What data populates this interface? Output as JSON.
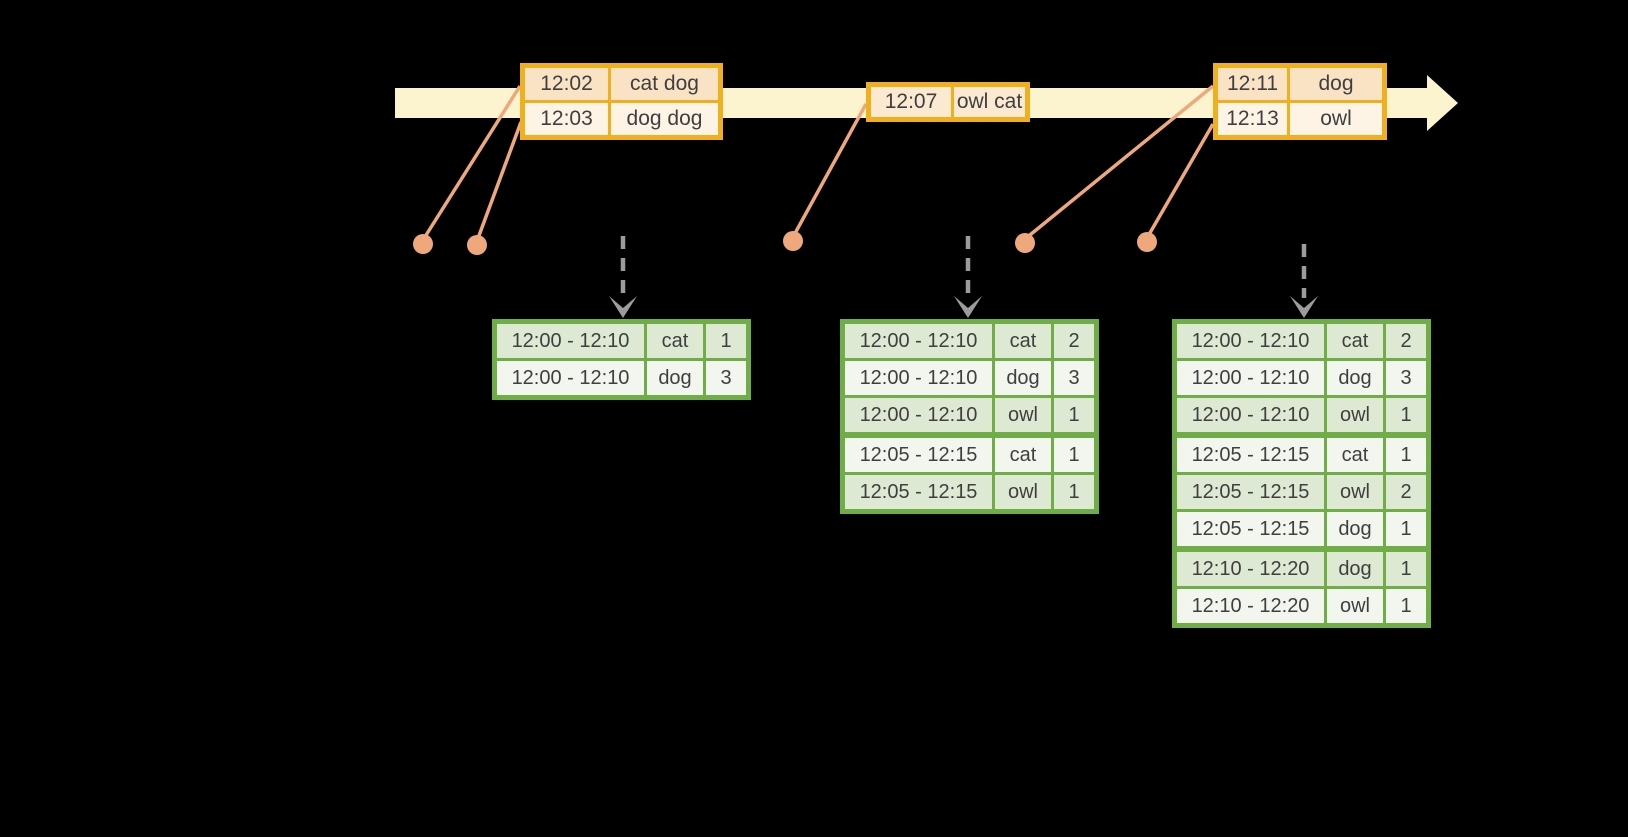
{
  "colors": {
    "background": "#000000",
    "timeline_band": "#FCF3CF",
    "event_table_border": "#F0B01E",
    "event_row_peach": "#FAE3C5",
    "event_row_cream": "#FDF4E6",
    "connector_salmon": "#EFA87C",
    "result_table_border": "#6FAD47",
    "result_row_dark": "#DDE9D2",
    "result_row_light": "#F2F6EE",
    "flow_arrow_gray": "#9C9C9C",
    "text": "#3F3F3F"
  },
  "event_tables": [
    {
      "rows": [
        {
          "time": "12:02",
          "words": "cat dog"
        },
        {
          "time": "12:03",
          "words": "dog dog"
        }
      ]
    },
    {
      "rows": [
        {
          "time": "12:07",
          "words": "owl cat"
        }
      ]
    },
    {
      "rows": [
        {
          "time": "12:11",
          "words": "dog"
        },
        {
          "time": "12:13",
          "words": "owl"
        }
      ]
    }
  ],
  "result_tables": [
    {
      "groups": [
        {
          "rows": [
            {
              "window": "12:00 - 12:10",
              "word": "cat",
              "count": "1"
            },
            {
              "window": "12:00 - 12:10",
              "word": "dog",
              "count": "3"
            }
          ]
        }
      ]
    },
    {
      "groups": [
        {
          "rows": [
            {
              "window": "12:00 - 12:10",
              "word": "cat",
              "count": "2"
            },
            {
              "window": "12:00 - 12:10",
              "word": "dog",
              "count": "3"
            },
            {
              "window": "12:00 - 12:10",
              "word": "owl",
              "count": "1"
            }
          ]
        },
        {
          "rows": [
            {
              "window": "12:05 - 12:15",
              "word": "cat",
              "count": "1"
            },
            {
              "window": "12:05 - 12:15",
              "word": "owl",
              "count": "1"
            }
          ]
        }
      ]
    },
    {
      "groups": [
        {
          "rows": [
            {
              "window": "12:00 - 12:10",
              "word": "cat",
              "count": "2"
            },
            {
              "window": "12:00 - 12:10",
              "word": "dog",
              "count": "3"
            },
            {
              "window": "12:00 - 12:10",
              "word": "owl",
              "count": "1"
            }
          ]
        },
        {
          "rows": [
            {
              "window": "12:05 - 12:15",
              "word": "cat",
              "count": "1"
            },
            {
              "window": "12:05 - 12:15",
              "word": "owl",
              "count": "2"
            },
            {
              "window": "12:05 - 12:15",
              "word": "dog",
              "count": "1"
            }
          ]
        },
        {
          "rows": [
            {
              "window": "12:10 - 12:20",
              "word": "dog",
              "count": "1"
            },
            {
              "window": "12:10 - 12:20",
              "word": "owl",
              "count": "1"
            }
          ]
        }
      ]
    }
  ]
}
